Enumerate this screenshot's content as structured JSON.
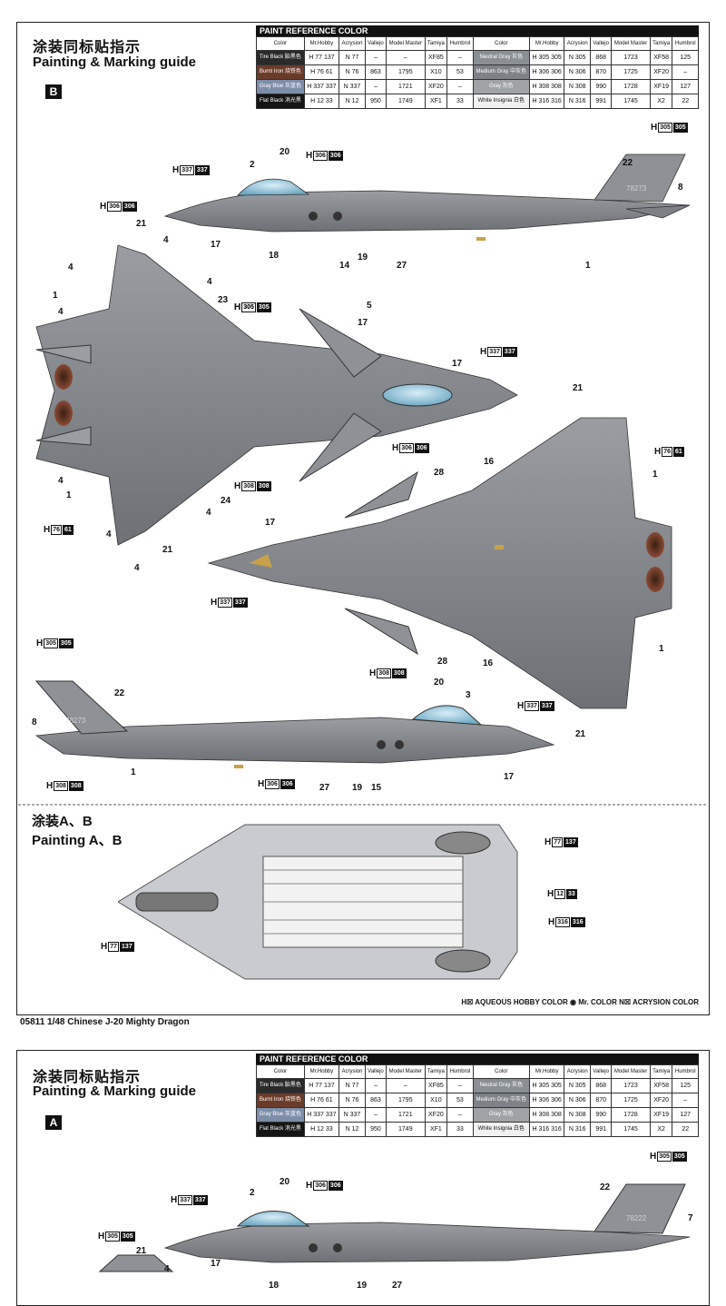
{
  "guide_b": {
    "title_cn": "涂装同标贴指示",
    "title_en": "Painting & Marking guide",
    "variant": "B"
  },
  "guide_a": {
    "title_cn": "涂装同标贴指示",
    "title_en": "Painting & Marking guide",
    "variant": "A"
  },
  "paint_table": {
    "caption": "PAINT  REFERENCE COLOR",
    "headers": [
      "Color",
      "Mr.Hobby",
      "Acrysion",
      "Vallejo",
      "Model Master",
      "Tamiya",
      "Humbrol",
      "Color",
      "Mr.Hobby",
      "Acrysion",
      "Vallejo",
      "Model Master",
      "Tamiya",
      "Humbrol"
    ],
    "rows": [
      [
        "Tire Black 胎黑色",
        "H 77 137",
        "N 77",
        "–",
        "–",
        "XF85",
        "–",
        "Neutral Gray 灰色",
        "H 305 305",
        "N 305",
        "868",
        "1723",
        "XF58",
        "125"
      ],
      [
        "Burnt Iron 烧铁色",
        "H 76 61",
        "N 76",
        "863",
        "1795",
        "X10",
        "53",
        "Medium Gray 中灰色",
        "H 306 306",
        "N 306",
        "870",
        "1725",
        "XF20",
        "–"
      ],
      [
        "Gray Blue 灰蓝色",
        "H 337 337",
        "N 337",
        "–",
        "1721",
        "XF20",
        "–",
        "Gray 灰色",
        "H 308 308",
        "N 308",
        "990",
        "1728",
        "XF19",
        "127"
      ],
      [
        "Flat Black 消光黑",
        "H 12 33",
        "N 12",
        "950",
        "1749",
        "XF1",
        "33",
        "White Insignia 白色",
        "H 316 316",
        "N 316",
        "991",
        "1745",
        "X2",
        "22"
      ]
    ],
    "swatch_colors": [
      "#2a2a2a",
      "#6b3b2a",
      "#7c8ea8",
      "#151515",
      "#8a8f95",
      "#7e8288",
      "#a0a3a6",
      "#f1f1f1"
    ]
  },
  "codes_b": [
    {
      "h": "H",
      "box": "337",
      "box2": "337"
    },
    {
      "h": "H",
      "box": "306",
      "box2": "306"
    },
    {
      "h": "H",
      "box": "305",
      "box2": "305"
    },
    {
      "h": "H",
      "box": "306",
      "box2": "306"
    },
    {
      "h": "H",
      "box": "305",
      "box2": "305"
    },
    {
      "h": "H",
      "box": "305",
      "box2": "305"
    },
    {
      "h": "H",
      "box": "337",
      "box2": "337"
    },
    {
      "h": "H",
      "box": "306",
      "box2": "306"
    },
    {
      "h": "H",
      "box": "76",
      "box2": "61"
    },
    {
      "h": "H",
      "box": "308",
      "box2": "308"
    },
    {
      "h": "H",
      "box": "76",
      "box2": "61"
    },
    {
      "h": "H",
      "box": "337",
      "box2": "337"
    },
    {
      "h": "H",
      "box": "308",
      "box2": "308"
    },
    {
      "h": "H",
      "box": "305",
      "box2": "305"
    },
    {
      "h": "H",
      "box": "337",
      "box2": "337"
    },
    {
      "h": "H",
      "box": "308",
      "box2": "308"
    },
    {
      "h": "H",
      "box": "306",
      "box2": "306"
    }
  ],
  "callout_numbers_b": [
    "2",
    "20",
    "22",
    "8",
    "17",
    "18",
    "14",
    "19",
    "27",
    "1",
    "21",
    "4",
    "4",
    "1",
    "4",
    "23",
    "4",
    "5",
    "17",
    "17",
    "21",
    "1",
    "16",
    "28",
    "17",
    "4",
    "24",
    "4",
    "1",
    "4",
    "21",
    "4",
    "16",
    "28",
    "1",
    "21",
    "22",
    "8",
    "20",
    "3",
    "17",
    "1",
    "27",
    "19",
    "15"
  ],
  "painting_ab": {
    "title_cn": "涂装A、B",
    "title_en": "Painting A、B",
    "codes": [
      {
        "h": "H",
        "box": "77",
        "box2": "137"
      },
      {
        "h": "H",
        "box": "12",
        "box2": "33"
      },
      {
        "h": "H",
        "box": "316",
        "box2": "316"
      },
      {
        "h": "H",
        "box": "77",
        "box2": "137"
      }
    ]
  },
  "legend": "H☒ AQUEOUS HOBBY COLOR   ◉ Mr. COLOR   N☒ ACRYSION COLOR",
  "footer": "05811   1/48   Chinese J-20 Mighty Dragon",
  "codes_a": [
    {
      "h": "H",
      "box": "305",
      "box2": "305"
    },
    {
      "h": "H",
      "box": "306",
      "box2": "306"
    },
    {
      "h": "H",
      "box": "337",
      "box2": "337"
    },
    {
      "h": "H",
      "box": "305",
      "box2": "305"
    }
  ],
  "callout_numbers_a": [
    "20",
    "2",
    "22",
    "7",
    "21",
    "4",
    "17",
    "18",
    "19",
    "27"
  ],
  "tail_b": "78273",
  "tail_a": "78222",
  "aircraft_color": "#8a8e93"
}
